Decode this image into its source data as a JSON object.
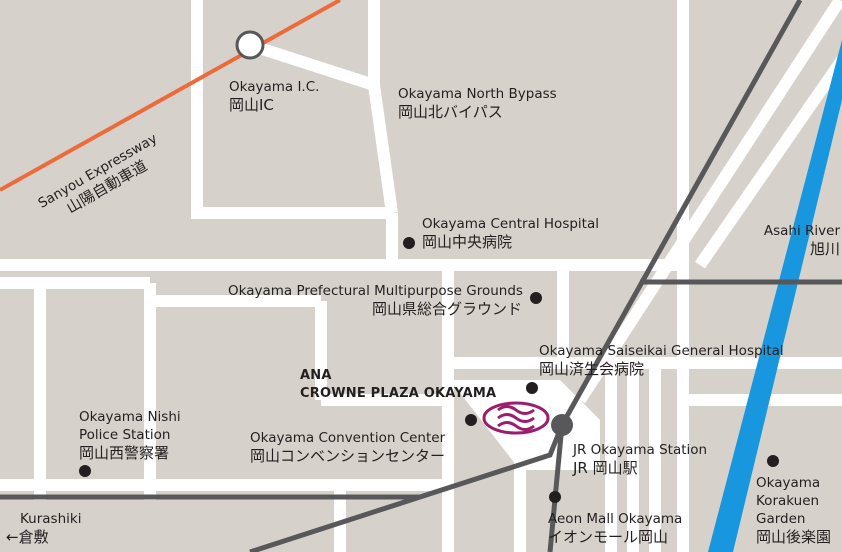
{
  "colors": {
    "background": "#d6d2cb",
    "road": "#ffffff",
    "rail": "#58585a",
    "expressway": "#ec6b3b",
    "river": "#1897de",
    "hotel_logo": "#9c1d6d",
    "text": "#231f20"
  },
  "expressway": {
    "en": "Sanyou Expressway",
    "ja": "山陽自動車道"
  },
  "interchange": {
    "en": "Okayama I.C.",
    "ja": "岡山IC"
  },
  "bypass": {
    "en": "Okayama North Bypass",
    "ja": "岡山北バイパス"
  },
  "central_hospital": {
    "en": "Okayama Central Hospital",
    "ja": "岡山中央病院"
  },
  "river": {
    "en": "Asahi River",
    "ja": "旭川"
  },
  "grounds": {
    "en": "Okayama Prefectural Multipurpose Grounds",
    "ja": "岡山県総合グラウンド"
  },
  "saiseikai": {
    "en": "Okayama Saiseikai General Hospital",
    "ja": "岡山済生会病院"
  },
  "hotel": {
    "line1": "ANA",
    "line2": "CROWNE PLAZA OKAYAMA",
    "logo_icon": "crowne-plaza-logo-icon"
  },
  "convention": {
    "en": "Okayama Convention Center",
    "ja": "岡山コンベンションセンター"
  },
  "police": {
    "en1": "Okayama Nishi",
    "en2": "Police Station",
    "ja": "岡山西警察署"
  },
  "station": {
    "en": "JR Okayama Station",
    "ja": "JR 岡山駅"
  },
  "aeon": {
    "en": "Aeon Mall Okayama",
    "ja": "イオンモール岡山"
  },
  "korakuen": {
    "en1": "Okayama",
    "en2": "Korakuen",
    "en3": "Garden",
    "ja": "岡山後楽園"
  },
  "kurashiki": {
    "en": "Kurashiki",
    "ja": "←倉敷"
  }
}
